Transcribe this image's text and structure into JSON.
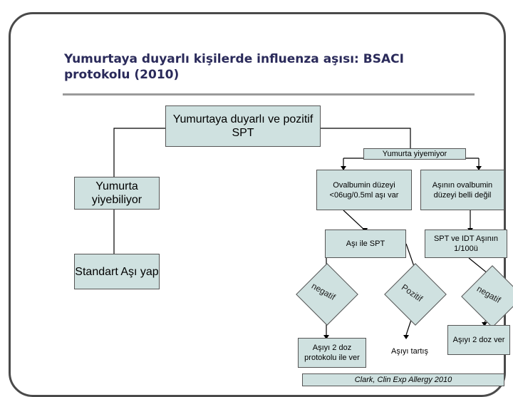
{
  "title": "Yumurtaya duyarlı kişilerde influenza aşısı: BSACI protokolu (2010)",
  "nodes": {
    "root": "Yumurtaya duyarlı ve pozitif SPT",
    "egg_not_eaten": "Yumurta yiyemiyor",
    "egg_eaten": "Yumurta yiyebiliyor",
    "standard": "Standart Aşı yap",
    "ovalbumin_low": "Ovalbumin düzeyi <06ug/0.5ml aşı var",
    "ovalbumin_unknown": "Aşının ovalbumin düzeyi belli değil",
    "spt": "Aşı ile SPT",
    "spt_idt": "SPT ve IDT Aşının 1/100ü",
    "result_two_dose_protocol": "Aşıyı 2 doz protokolu ile ver",
    "result_discuss": "Aşıyı tartış",
    "result_two_dose": "Aşıyı 2 doz ver"
  },
  "decisions": {
    "negative1": "negatif",
    "positive": "Pozitif",
    "negative2": "negatif"
  },
  "citation": "Clark, Clin Exp Allergy 2010",
  "colors": {
    "box_fill": "#cfe1e0",
    "title_color": "#2a2a5a",
    "frame": "#4a4a4a"
  }
}
